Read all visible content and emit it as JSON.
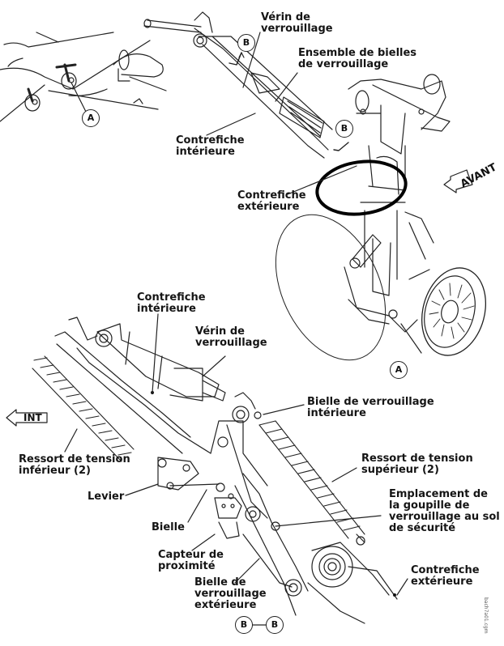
{
  "diagram": {
    "title": "Train d'atterrissage principal — système de verrouillage",
    "views": {
      "locator": {
        "callout": "A"
      },
      "view_a": {
        "callout": "A",
        "direction_label": "AVANT",
        "section_callouts": [
          "B",
          "B"
        ],
        "labels": {
          "verin": [
            "Vérin de",
            "verrouillage"
          ],
          "ensemble_bielles": [
            "Ensemble de bielles",
            "de verrouillage"
          ],
          "contrefiche_int": [
            "Contrefiche",
            "intérieure"
          ],
          "contrefiche_ext": [
            "Contrefiche",
            "extérieure"
          ]
        }
      },
      "section_bb": {
        "section_label": [
          "B",
          "B"
        ],
        "direction_label": "INT",
        "labels": {
          "contrefiche_int": [
            "Contrefiche",
            "intérieure"
          ],
          "verin": [
            "Vérin de",
            "verrouillage"
          ],
          "bielle_verr_int": [
            "Bielle de verrouillage",
            "intérieure"
          ],
          "ressort_inf": [
            "Ressort de tension",
            "inférieur (2)"
          ],
          "ressort_sup": [
            "Ressort de tension",
            "supérieur (2)"
          ],
          "levier": [
            "Levier"
          ],
          "bielle": [
            "Bielle"
          ],
          "goupille": [
            "Emplacement de",
            "la goupille de",
            "verrouillage au sol",
            "de sécurité"
          ],
          "capteur": [
            "Capteur de",
            "proximité"
          ],
          "bielle_verr_ext": [
            "Bielle de",
            "verrouillage",
            "extérieure"
          ],
          "contrefiche_ext": [
            "Contrefiche",
            "extérieure"
          ]
        }
      }
    },
    "file_reference": "bach7a01.cgm"
  }
}
